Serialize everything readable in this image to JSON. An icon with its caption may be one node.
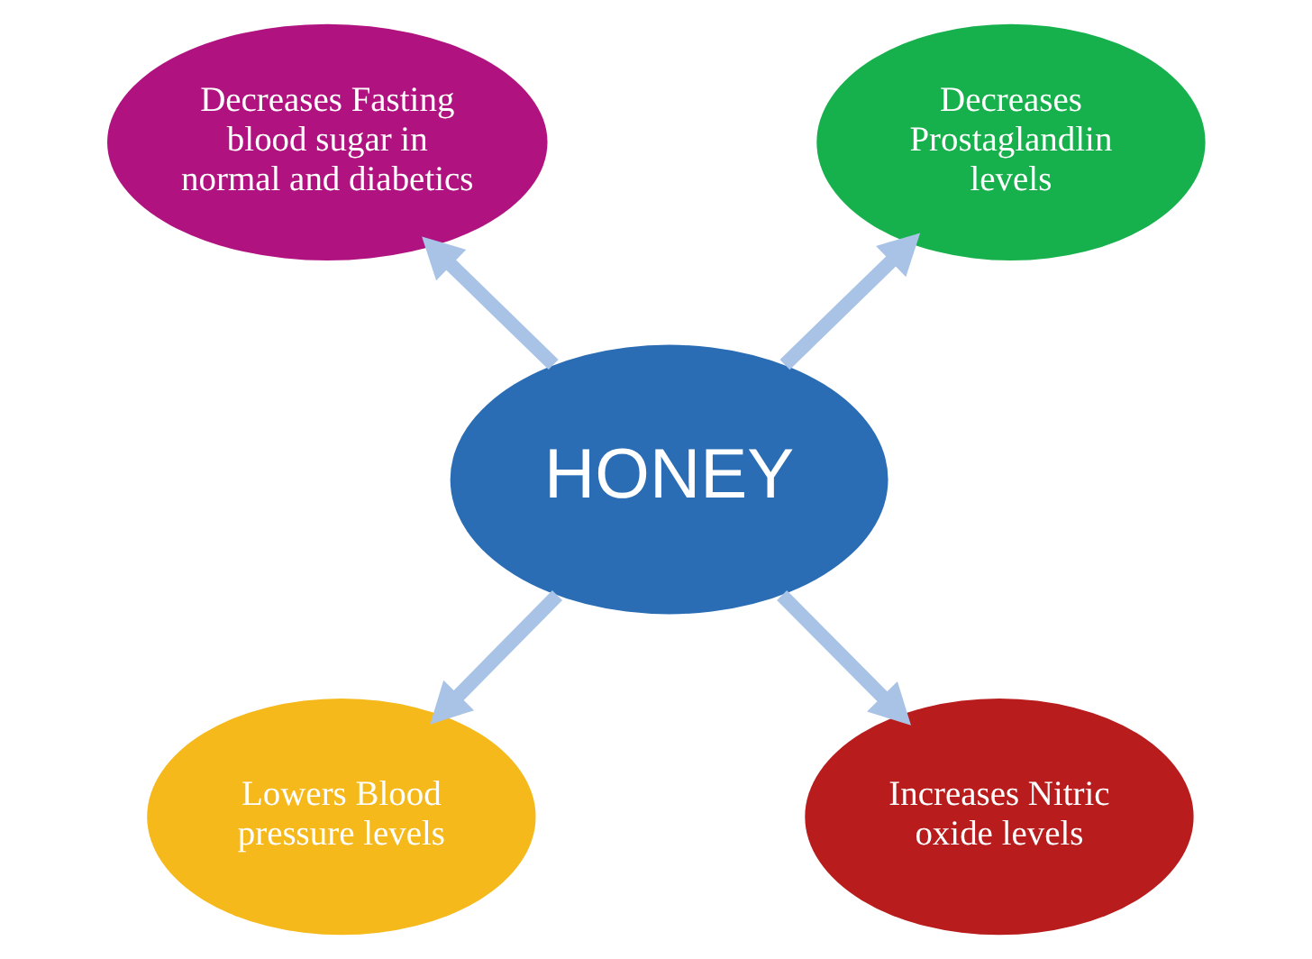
{
  "diagram": {
    "nodes": [
      {
        "text": [
          "HONEY"
        ]
      },
      {
        "text": [
          "Decreases Fasting blood sugar in normal and diabetics"
        ]
      },
      {
        "text": [
          "Decreases Prostaglandlin levels"
        ]
      },
      {
        "text": [
          "Lowers Blood pressure levels"
        ]
      },
      {
        "text": [
          "Increases Nitric oxide levels"
        ]
      }
    ],
    "edges": [
      {
        "from": 0,
        "to": 1,
        "arrow": "to"
      },
      {
        "from": 0,
        "to": 2,
        "arrow": "to"
      },
      {
        "from": 0,
        "to": 3,
        "arrow": "to"
      },
      {
        "from": 0,
        "to": 4,
        "arrow": "to"
      }
    ]
  }
}
